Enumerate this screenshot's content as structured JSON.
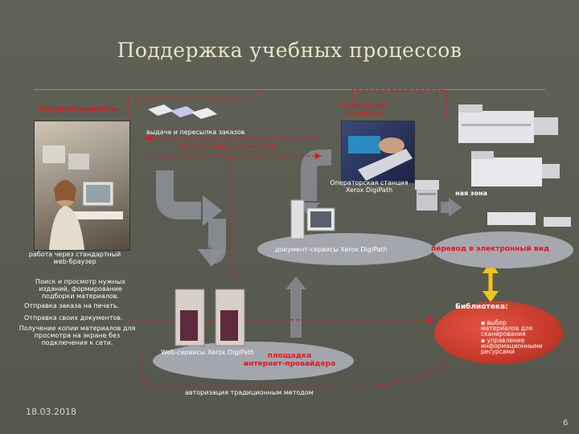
{
  "slide": {
    "title": "Поддержка учебных процессов",
    "date": "18.03.2018",
    "page_number": "6"
  },
  "labels": {
    "internet_clients": "Интернет-клиенты",
    "operator_support": "операторская\nподдержка",
    "order_issue": "выдача и пересылка заказов",
    "client_feedback": "обратная связь с клиентами",
    "operator_station": "Операторская станция\nXerox DigiPath",
    "production_zone": "производственная зона",
    "browser_work": "работа через стандартный\nweb-браузер",
    "doc_services": "документ-сервисы Xerox DigiPath",
    "convert_digital": "перевод в электронный вид",
    "search_view": "Поиск и просмотр нужных\nизданий, формирование\nподборки материалов.",
    "send_order": "Отправка заказа на печать.",
    "send_own": "Отправка своих документов.",
    "get_copy": "Получение копии материалов для\nпросмотра на экране без\nподключения к сети.",
    "library": "Библиотека:",
    "library_items": [
      "▪ выбор\nматериалов для\nсканирования",
      "▪ управление\nинформационными\nресурсами"
    ],
    "web_services": "Web-сервисы Xerox DigiPath",
    "isp_site": "площадка\nинтернет-провайдера",
    "traditional_auth": "авторизация традиционным методом"
  },
  "colors": {
    "background": "#595b50",
    "title_text": "#e8e3c8",
    "accent_red": "#e8141a",
    "flow_arrow": "#8e9099",
    "platform": "#9ea0a8",
    "library_oval": "#c0392b",
    "link_yellow": "#f4c514"
  }
}
